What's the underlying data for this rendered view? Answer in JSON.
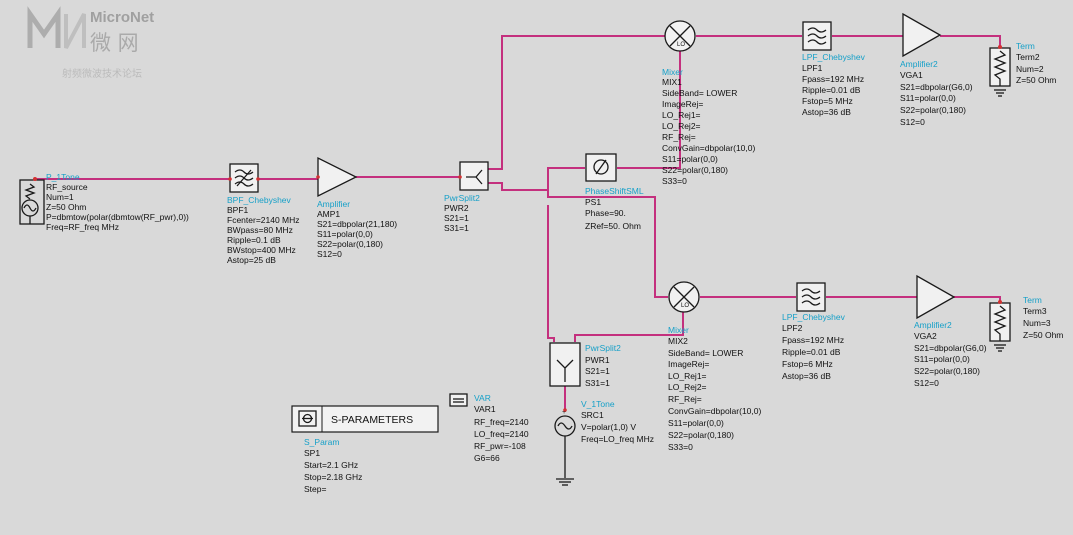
{
  "watermark": {
    "brand": "MicroNet",
    "cn": "微 网",
    "sub": "射频微波技术论坛"
  },
  "colors": {
    "wire": "#c4307e",
    "name": "#16a0c8",
    "background": "#d9d9d9"
  },
  "components": {
    "p_1tone": {
      "type": "P_1Tone",
      "lines": [
        "RF_source",
        "Num=1",
        "Z=50 Ohm",
        "P=dbmtow(polar(dbmtow(RF_pwr),0))",
        "Freq=RF_freq MHz"
      ]
    },
    "bpf1": {
      "type": "BPF_Chebyshev",
      "lines": [
        "BPF1",
        "Fcenter=2140 MHz",
        "BWpass=80 MHz",
        "Ripple=0.1 dB",
        "BWstop=400 MHz",
        "Astop=25 dB"
      ]
    },
    "amp1": {
      "type": "Amplifier",
      "lines": [
        "AMP1",
        "S21=dbpolar(21,180)",
        "S11=polar(0,0)",
        "S22=polar(0,180)",
        "S12=0"
      ]
    },
    "pwr2": {
      "type": "PwrSplit2",
      "lines": [
        "PWR2",
        "S21=1",
        "S31=1"
      ]
    },
    "mix1": {
      "type": "Mixer",
      "lines": [
        "MIX1",
        "SideBand= LOWER",
        "ImageRej=",
        "LO_Rej1=",
        "LO_Rej2=",
        "RF_Rej=",
        "ConvGain=dbpolar(10,0)",
        "S11=polar(0,0)",
        "S22=polar(0,180)",
        "S33=0"
      ]
    },
    "lpf1": {
      "type": "LPF_Chebyshev",
      "lines": [
        "LPF1",
        "Fpass=192 MHz",
        "Ripple=0.01 dB",
        "Fstop=5 MHz",
        "Astop=36 dB"
      ]
    },
    "vga1": {
      "type": "Amplifier2",
      "lines": [
        "VGA1",
        "S21=dbpolar(G6,0)",
        "S11=polar(0,0)",
        "S22=polar(0,180)",
        "S12=0"
      ]
    },
    "term2": {
      "type": "Term",
      "lines": [
        "Term2",
        "Num=2",
        "Z=50 Ohm"
      ]
    },
    "ps1": {
      "type": "PhaseShiftSML",
      "lines": [
        "PS1",
        "Phase=90.",
        "ZRef=50. Ohm"
      ]
    },
    "mix2": {
      "type": "Mixer",
      "lines": [
        "MIX2",
        "SideBand= LOWER",
        "ImageRej=",
        "LO_Rej1=",
        "LO_Rej2=",
        "RF_Rej=",
        "ConvGain=dbpolar(10,0)",
        "S11=polar(0,0)",
        "S22=polar(0,180)",
        "S33=0"
      ]
    },
    "lpf2": {
      "type": "LPF_Chebyshev",
      "lines": [
        "LPF2",
        "Fpass=192 MHz",
        "Ripple=0.01 dB",
        "Fstop=6 MHz",
        "Astop=36 dB"
      ]
    },
    "vga2": {
      "type": "Amplifier2",
      "lines": [
        "VGA2",
        "S21=dbpolar(G6,0)",
        "S11=polar(0,0)",
        "S22=polar(0,180)",
        "S12=0"
      ]
    },
    "term3": {
      "type": "Term",
      "lines": [
        "Term3",
        "Num=3",
        "Z=50 Ohm"
      ]
    },
    "pwr1": {
      "type": "PwrSplit2",
      "lines": [
        "PWR1",
        "S21=1",
        "S31=1"
      ]
    },
    "src1": {
      "type": "V_1Tone",
      "lines": [
        "SRC1",
        "V=polar(1,0) V",
        "Freq=LO_freq MHz"
      ]
    },
    "var1": {
      "type": "VAR",
      "lines": [
        "VAR1",
        "RF_freq=2140",
        "LO_freq=2140",
        "RF_pwr=-108",
        "G6=66"
      ]
    },
    "sp1": {
      "type": "S_Param",
      "lines": [
        "SP1",
        "Start=2.1 GHz",
        "Stop=2.18 GHz",
        "Step="
      ]
    }
  },
  "sparam_box": {
    "title": "S-PARAMETERS"
  },
  "symbols": {
    "mixer": "mixer-icon",
    "filter": "filter-icon",
    "amplifier": "amplifier-icon",
    "splitter": "power-splitter-icon",
    "phase": "phase-shifter-icon",
    "term": "termination-icon",
    "source": "source-icon",
    "ground": "ground-icon"
  }
}
